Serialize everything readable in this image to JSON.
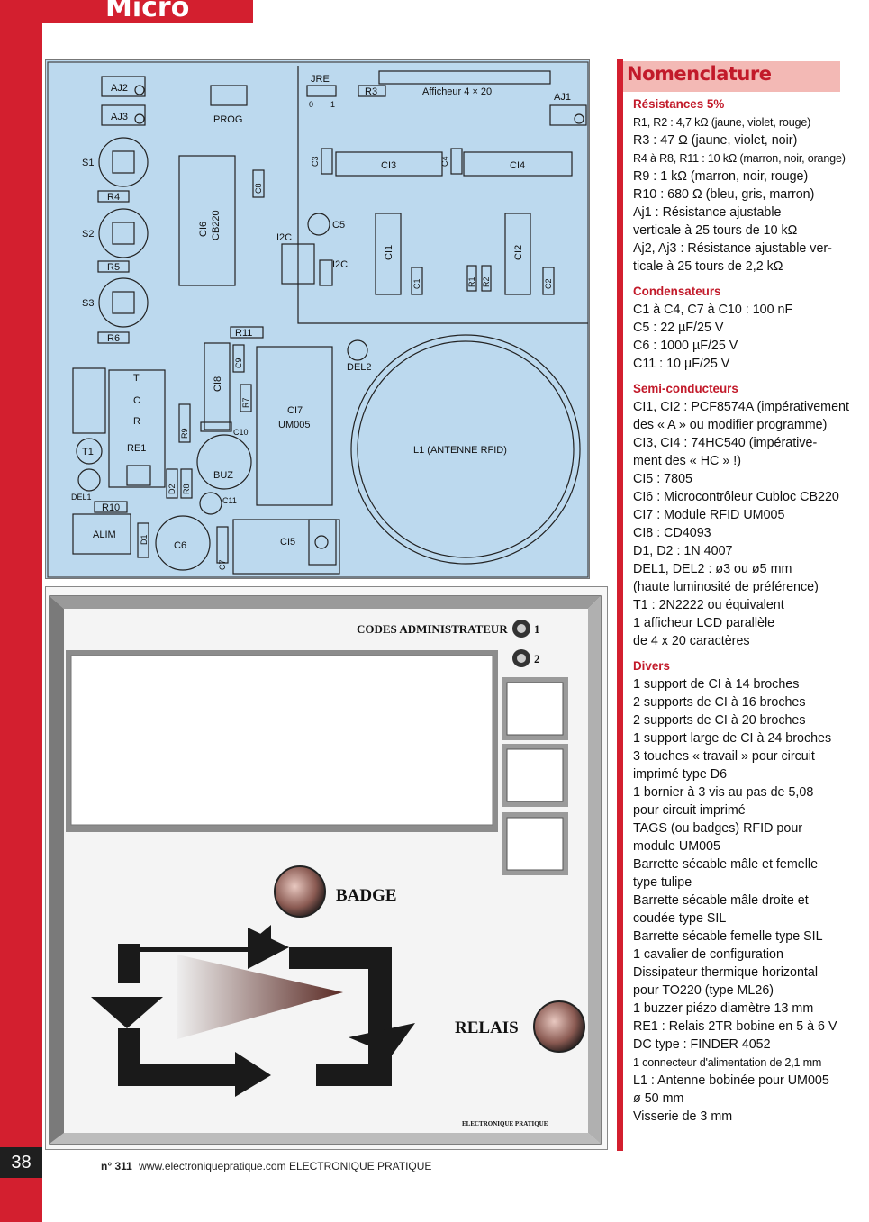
{
  "header": {
    "section_tab": "Micro"
  },
  "page": {
    "number": "38"
  },
  "footer": {
    "issue": "n° 311",
    "site": "www.electroniquepratique.com",
    "magazine": "ELECTRONIQUE PRATIQUE"
  },
  "pcb": {
    "labels": {
      "aj2": "AJ2",
      "aj3": "AJ3",
      "prog": "PROG",
      "jre": "JRE",
      "jre_0": "0",
      "jre_1": "1",
      "r3": "R3",
      "afficheur": "Afficheur 4 × 20",
      "aj1": "AJ1",
      "s1": "S1",
      "s2": "S2",
      "s3": "S3",
      "r4": "R4",
      "r5": "R5",
      "r6": "R6",
      "c3": "C3",
      "ci3": "CI3",
      "c4": "C4",
      "ci4": "CI4",
      "c8": "C8",
      "ci6": "CI6",
      "cb220": "CB220",
      "i2c_a": "I2C",
      "i2c_b": "I2C",
      "c5": "C5",
      "ci1": "CI1",
      "c1": "C1",
      "r1": "R1",
      "r2": "R2",
      "ci2": "CI2",
      "c2": "C2",
      "r11": "R11",
      "del2": "DEL2",
      "t": "T",
      "c": "C",
      "r": "R",
      "c9": "C9",
      "ci8": "CI8",
      "r7": "R7",
      "ci7": "CI7",
      "um005": "UM005",
      "c10": "C10",
      "l1": "L1 (ANTENNE RFID)",
      "r9": "R9",
      "re1": "RE1",
      "t1": "T1",
      "buz": "BUZ",
      "d2": "D2",
      "r8": "R8",
      "del1": "DEL1",
      "r10": "R10",
      "c11": "C11",
      "alim": "ALIM",
      "d1": "D1",
      "c6": "C6",
      "c7": "C7",
      "ci5": "CI5"
    }
  },
  "panel": {
    "codes_admin": "CODES ADMINISTRATEUR",
    "code_1": "1",
    "code_2": "2",
    "badge": "BADGE",
    "relais": "RELAIS",
    "brand": "ELECTRONIQUE PRATIQUE"
  },
  "nomenclature": {
    "title": "Nomenclature",
    "sections": [
      {
        "title": "Résistances 5%",
        "items": [
          "R1, R2 : 4,7 kΩ (jaune, violet, rouge)",
          "R3 : 47 Ω (jaune, violet, noir)",
          "R4 à R8, R11 : 10 kΩ (marron, noir, orange)",
          "R9 : 1 kΩ (marron, noir, rouge)",
          "R10 : 680 Ω (bleu, gris, marron)",
          "Aj1 : Résistance ajustable",
          "verticale à 25 tours de 10 kΩ",
          "Aj2, Aj3 : Résistance ajustable ver-",
          "ticale à 25 tours de 2,2 kΩ"
        ]
      },
      {
        "title": "Condensateurs",
        "items": [
          "C1 à C4, C7 à C10 : 100 nF",
          "C5 : 22 µF/25 V",
          "C6 : 1000 µF/25 V",
          "C11 : 10 µF/25 V"
        ]
      },
      {
        "title": "Semi-conducteurs",
        "items": [
          "CI1, CI2 : PCF8574A (impérativement",
          "des « A » ou modifier programme)",
          "CI3, CI4 : 74HC540 (impérative-",
          "ment des « HC » !)",
          "CI5 : 7805",
          "CI6 : Microcontrôleur Cubloc CB220",
          "CI7 : Module RFID UM005",
          "CI8 : CD4093",
          "D1, D2 : 1N 4007",
          "DEL1, DEL2 : ø3 ou ø5 mm",
          "(haute luminosité de préférence)",
          "T1 : 2N2222 ou équivalent",
          "1 afficheur LCD parallèle",
          "de 4 x 20 caractères"
        ]
      },
      {
        "title": "Divers",
        "items": [
          "1 support de CI à 14 broches",
          "2 supports de CI à 16 broches",
          "2 supports de CI à 20 broches",
          "1 support large de CI à 24 broches",
          "3 touches « travail » pour circuit",
          "imprimé type D6",
          "1 bornier à 3 vis au pas de 5,08",
          "pour circuit imprimé",
          "TAGS (ou badges) RFID pour",
          "module UM005",
          "Barrette sécable mâle et femelle",
          "type tulipe",
          "Barrette sécable mâle droite et",
          "coudée type SIL",
          "Barrette sécable femelle type SIL",
          "1 cavalier de configuration",
          "Dissipateur thermique horizontal",
          "pour TO220 (type ML26)",
          "1 buzzer piézo diamètre 13 mm",
          "RE1 : Relais 2TR bobine en 5 à 6 V",
          "DC type : FINDER 4052",
          "1 connecteur d'alimentation de 2,1 mm",
          "L1 : Antenne bobinée pour UM005",
          "ø 50 mm",
          "Visserie de 3 mm"
        ]
      }
    ]
  }
}
